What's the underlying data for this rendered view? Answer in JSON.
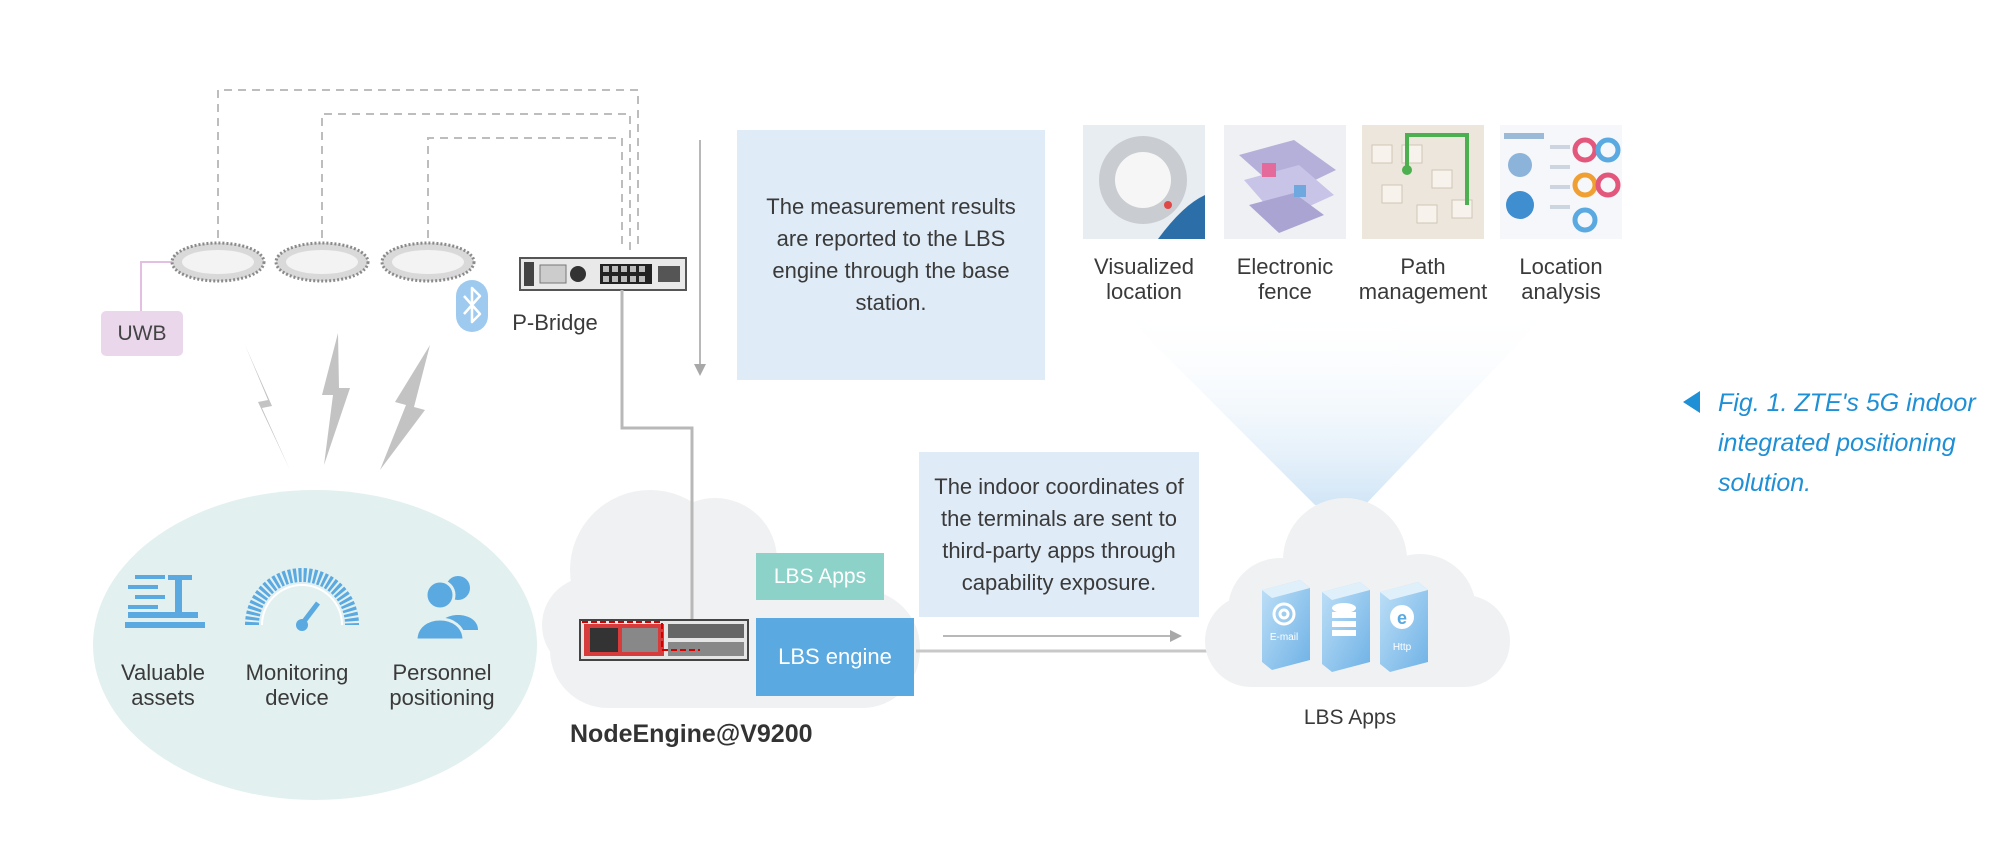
{
  "diagram": {
    "labels": {
      "uwb": "UWB",
      "p_bridge": "P-Bridge",
      "node_engine": "NodeEngine@V9200",
      "lbs_apps_chip": "LBS Apps",
      "lbs_engine": "LBS engine",
      "lbs_apps_cloud": "LBS Apps"
    },
    "terminals": [
      {
        "label": "Valuable assets",
        "icon": "conveyor-icon"
      },
      {
        "label": "Monitoring device",
        "icon": "gauge-icon"
      },
      {
        "label": "Personnel positioning",
        "icon": "people-icon"
      }
    ],
    "info_boxes": {
      "measurement": "The measurement results are reported to the LBS engine through the base station.",
      "coordinates": "The indoor coordinates of the terminals are sent to third-party apps through capability exposure."
    },
    "apps": [
      {
        "label": "Visualized location"
      },
      {
        "label": "Electronic fence"
      },
      {
        "label": "Path management"
      },
      {
        "label": "Location analysis"
      }
    ],
    "server_icons": [
      {
        "label": "E-mail",
        "icon": "at-sign-icon"
      },
      {
        "label": "",
        "icon": "database-icon"
      },
      {
        "label": "Http",
        "icon": "internet-explorer-icon"
      }
    ],
    "caption": "Fig. 1. ZTE's 5G indoor integrated positioning solution.",
    "colors": {
      "accent_blue": "#5aa9e0",
      "caption_blue": "#1f8fd6",
      "teal": "#8dd2c9",
      "uwb_pink": "#ead7ec",
      "info_bg": "#dfebf7",
      "ellipse_bg": "#e3f0f0"
    }
  }
}
